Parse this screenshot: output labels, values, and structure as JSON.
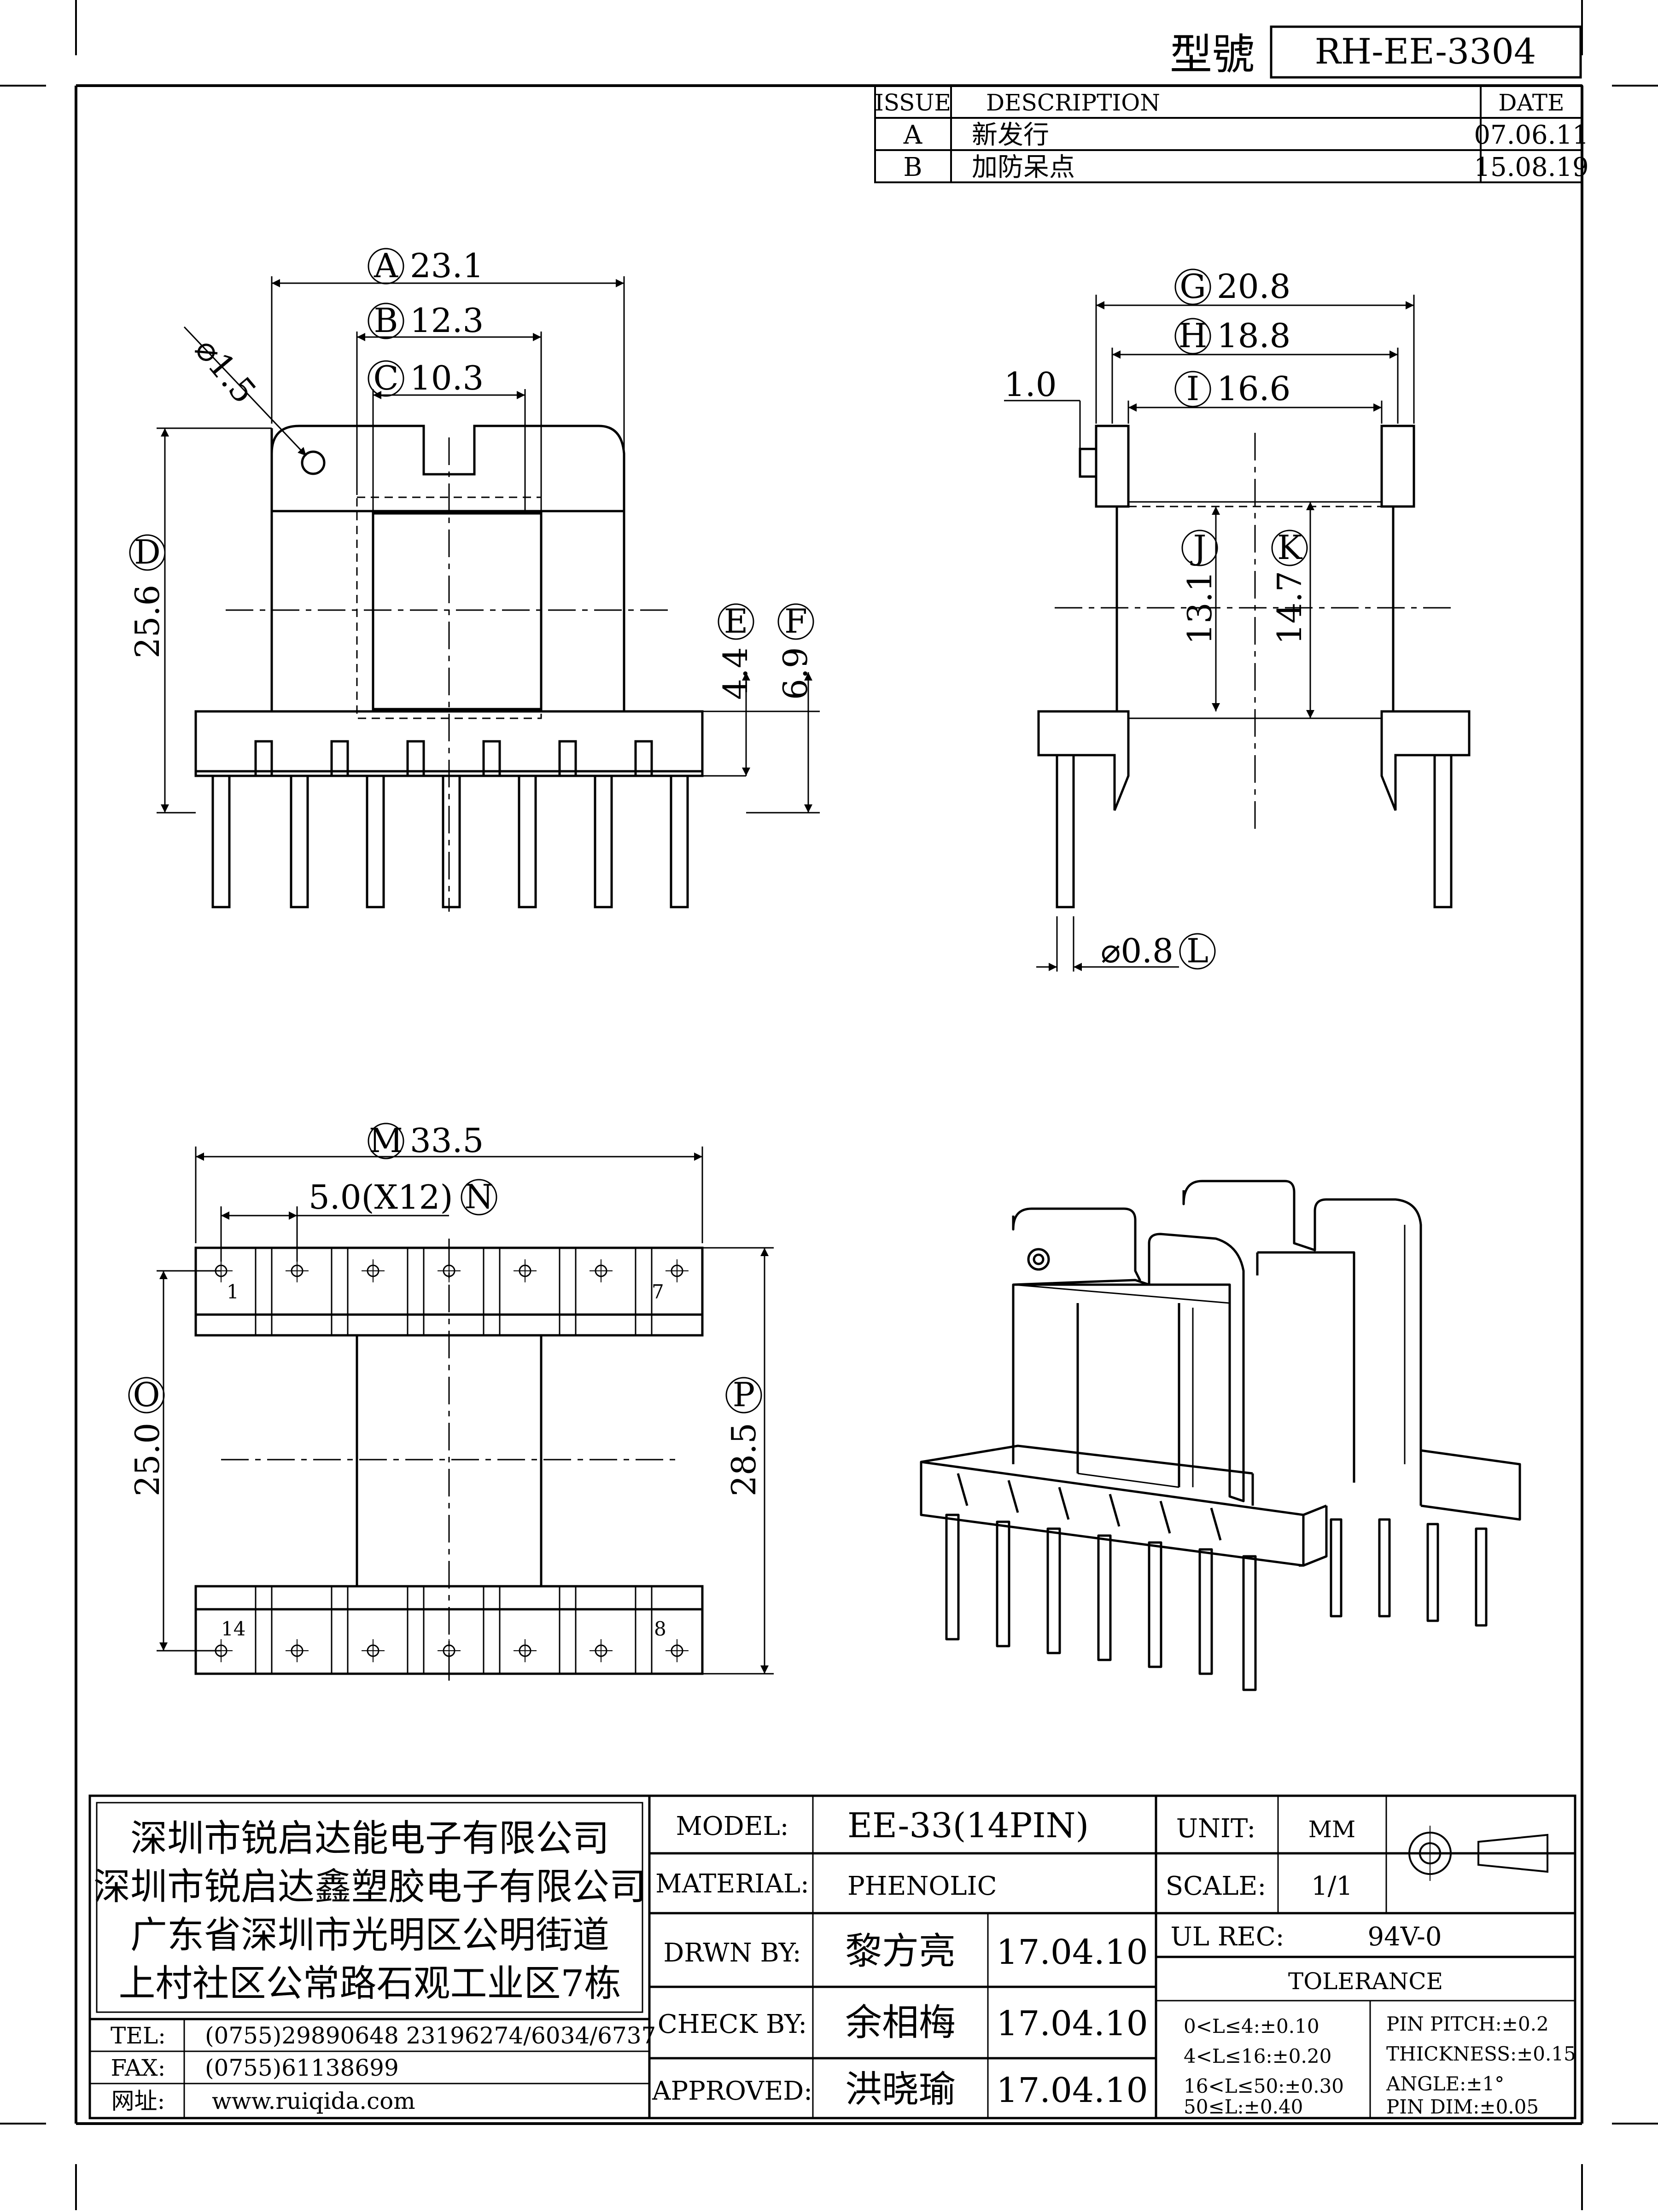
{
  "title_block": {
    "model_label": "型號",
    "model_value": "RH-EE-3304"
  },
  "revisions": {
    "headers": [
      "ISSUE",
      "DESCRIPTION",
      "DATE"
    ],
    "rows": [
      {
        "issue": "A",
        "description": "新发行",
        "date": "07.06.11"
      },
      {
        "issue": "B",
        "description": "加防呆点",
        "date": "15.08.19"
      }
    ]
  },
  "dimensions": {
    "A": {
      "letter": "A",
      "value": "23.1"
    },
    "B": {
      "letter": "B",
      "value": "12.3"
    },
    "C": {
      "letter": "C",
      "value": "10.3"
    },
    "D": {
      "letter": "D",
      "value": "25.6"
    },
    "E": {
      "letter": "E",
      "value": "4.4"
    },
    "F": {
      "letter": "F",
      "value": "6.9"
    },
    "G": {
      "letter": "G",
      "value": "20.8"
    },
    "H": {
      "letter": "H",
      "value": "18.8"
    },
    "I": {
      "letter": "I",
      "value": "16.6"
    },
    "J": {
      "letter": "J",
      "value": "13.1"
    },
    "K": {
      "letter": "K",
      "value": "14.7"
    },
    "L": {
      "letter": "L",
      "value": "⌀0.8"
    },
    "M": {
      "letter": "M",
      "value": "33.5"
    },
    "N": {
      "letter": "N",
      "value": "5.0(X12)"
    },
    "O": {
      "letter": "O",
      "value": "25.0"
    },
    "P": {
      "letter": "P",
      "value": "28.5"
    },
    "hole": "⌀1.5",
    "flange": "1.0"
  },
  "pin_labels": {
    "p1": "1",
    "p7": "7",
    "p14": "14",
    "p8": "8"
  },
  "company": {
    "lines": [
      "深圳市锐启达能电子有限公司",
      "深圳市锐启达鑫塑胶电子有限公司",
      "广东省深圳市光明区公明街道",
      "上村社区公常路石观工业区7栋"
    ],
    "tel_label": "TEL:",
    "tel_value": "(0755)29890648  23196274/6034/6737",
    "fax_label": "FAX:",
    "fax_value": "(0755)61138699",
    "web_label": "网址:",
    "web_value": "www.ruiqida.com"
  },
  "spec": {
    "model_label": "MODEL:",
    "model_value": "EE-33(14PIN)",
    "material_label": "MATERIAL:",
    "material_value": "PHENOLIC",
    "unit_label": "UNIT:",
    "unit_value": "MM",
    "scale_label": "SCALE:",
    "scale_value": "1/1",
    "ul_label": "UL REC:",
    "ul_value": "94V-0",
    "tolerance_label": "TOLERANCE",
    "tolerances_left": [
      "0<L≤4:±0.10",
      "4<L≤16:±0.20",
      "16<L≤50:±0.30",
      "50≤L:±0.40"
    ],
    "tolerances_right": [
      "PIN PITCH:±0.2",
      "THICKNESS:±0.15",
      "ANGLE:±1°",
      "PIN DIM:±0.05"
    ]
  },
  "approvals": [
    {
      "label": "DRWN BY:",
      "name": "黎方亮",
      "date": "17.04.10"
    },
    {
      "label": "CHECK BY:",
      "name": "余相梅",
      "date": "17.04.10"
    },
    {
      "label": "APPROVED:",
      "name": "洪晓瑜",
      "date": "17.04.10"
    }
  ]
}
